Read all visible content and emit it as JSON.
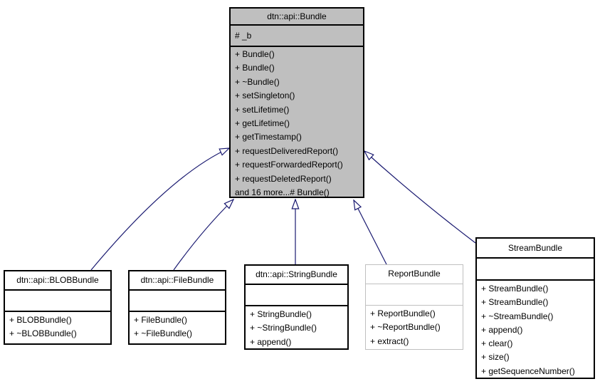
{
  "colors": {
    "arrow": "#191970",
    "box_border": "#000000",
    "external_border": "#c0c0c0",
    "base_fill": "#bfbfbf",
    "derived_fill": "#ffffff",
    "text": "#000000",
    "background": "#ffffff"
  },
  "classes": {
    "bundle": {
      "name": "dtn::api::Bundle",
      "attributes": [
        "# _b"
      ],
      "methods": [
        "+ Bundle()",
        "+ Bundle()",
        "+ ~Bundle()",
        "+ setSingleton()",
        "+ setLifetime()",
        "+ getLifetime()",
        "+ getTimestamp()",
        "+ requestDeliveredReport()",
        "+ requestForwardedReport()",
        "+ requestDeletedReport()",
        "and 16 more...# Bundle()"
      ]
    },
    "blob": {
      "name": "dtn::api::BLOBBundle",
      "attributes": [],
      "methods": [
        "+ BLOBBundle()",
        "+ ~BLOBBundle()"
      ]
    },
    "file": {
      "name": "dtn::api::FileBundle",
      "attributes": [],
      "methods": [
        "+ FileBundle()",
        "+ ~FileBundle()"
      ]
    },
    "string": {
      "name": "dtn::api::StringBundle",
      "attributes": [],
      "methods": [
        "+ StringBundle()",
        "+ ~StringBundle()",
        "+ append()"
      ]
    },
    "report": {
      "name": "ReportBundle",
      "attributes": [],
      "methods": [
        "+ ReportBundle()",
        "+ ~ReportBundle()",
        "+ extract()"
      ]
    },
    "stream": {
      "name": "StreamBundle",
      "attributes": [],
      "methods": [
        "+ StreamBundle()",
        "+ StreamBundle()",
        "+ ~StreamBundle()",
        "+ append()",
        "+ clear()",
        "+ size()",
        "+ getSequenceNumber()"
      ]
    }
  },
  "relationships": {
    "type": "inheritance",
    "edges": [
      {
        "derived": "dtn::api::BLOBBundle",
        "base": "dtn::api::Bundle"
      },
      {
        "derived": "dtn::api::FileBundle",
        "base": "dtn::api::Bundle"
      },
      {
        "derived": "dtn::api::StringBundle",
        "base": "dtn::api::Bundle"
      },
      {
        "derived": "ReportBundle",
        "base": "dtn::api::Bundle"
      },
      {
        "derived": "StreamBundle",
        "base": "dtn::api::Bundle"
      }
    ]
  }
}
